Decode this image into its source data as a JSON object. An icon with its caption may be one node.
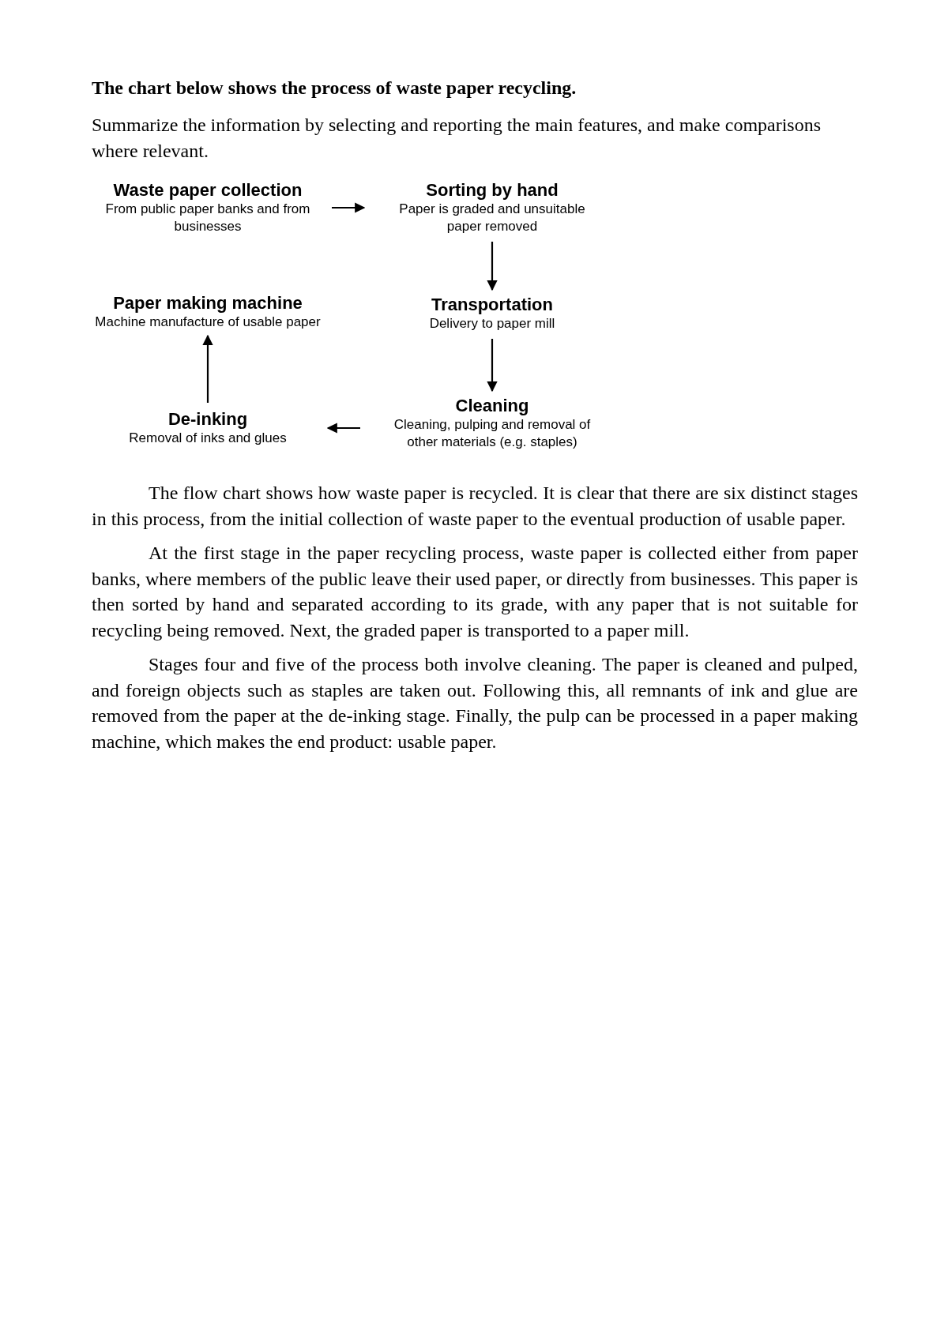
{
  "diagram": {
    "title": "The chart below shows the process of waste paper recycling.",
    "nodes": [
      {
        "text": [
          "Waste paper collection",
          "From public paper banks and from businesses"
        ]
      },
      {
        "text": [
          "Sorting by hand",
          "Paper is graded and unsuitable paper removed"
        ]
      },
      {
        "text": [
          "Transportation",
          "Delivery to paper mill"
        ]
      },
      {
        "text": [
          "Cleaning",
          "Cleaning, pulping and removal of other materials (e.g. staples)"
        ]
      },
      {
        "text": [
          "De-inking",
          "Removal of inks and glues"
        ]
      },
      {
        "text": [
          "Paper making machine",
          "Machine manufacture of usable paper"
        ]
      }
    ],
    "edges": [
      {
        "from": 0,
        "to": 1,
        "arrow": "to"
      },
      {
        "from": 1,
        "to": 2,
        "arrow": "to"
      },
      {
        "from": 2,
        "to": 3,
        "arrow": "to"
      },
      {
        "from": 3,
        "to": 4,
        "arrow": "to"
      },
      {
        "from": 4,
        "to": 5,
        "arrow": "to"
      }
    ],
    "labels": [
      "Summarize the information by selecting and reporting the main features, and make comparisons where relevant.",
      "The flow chart shows how waste paper is recycled. It is clear that there are six distinct stages in this process, from the initial collection of waste paper to the eventual production of usable paper.",
      "At the first stage in the paper recycling process, waste paper is collected either from paper banks, where members of the public leave their used paper, or directly from businesses. This paper is then sorted by hand and separated according to its grade, with any paper that is not suitable for recycling being removed. Next, the graded paper is transported to a paper mill.",
      "Stages four and five of the process both involve cleaning. The paper is cleaned and pulped, and foreign objects such as staples are taken out. Following this, all remnants of ink and glue are removed from the paper at the de-inking stage. Finally, the pulp can be processed in a paper making machine, which makes the end product: usable paper."
    ]
  }
}
